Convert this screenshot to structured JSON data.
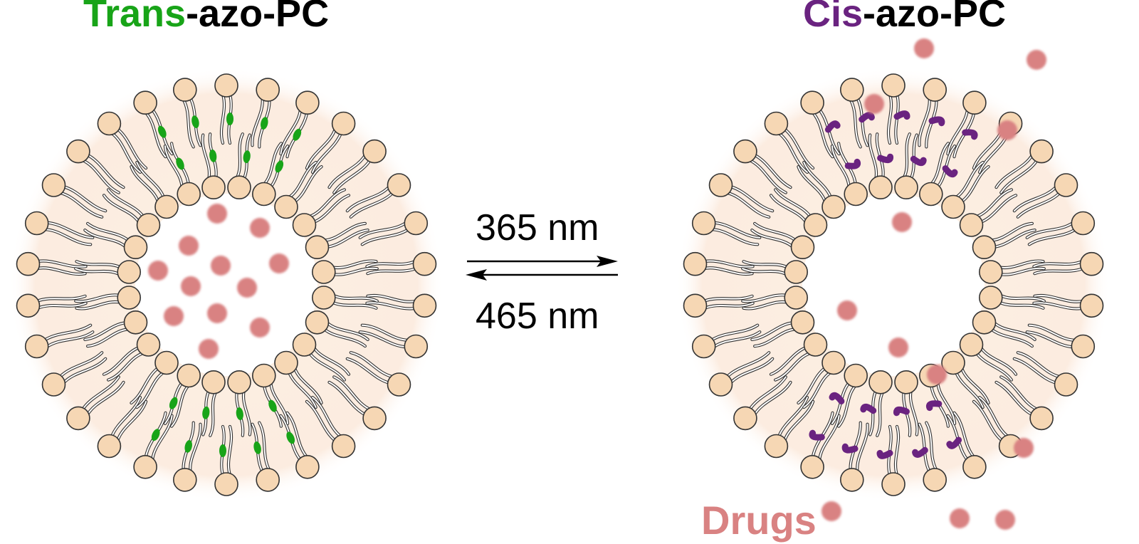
{
  "left_title": {
    "prefix": "Trans",
    "suffix": "-azo-PC"
  },
  "right_title": {
    "prefix": "Cis",
    "suffix": "-azo-PC"
  },
  "forward_wavelength": "365 nm",
  "reverse_wavelength": "465 nm",
  "drugs_label": "Drugs",
  "colors": {
    "trans": "#18a418",
    "cis": "#6a2380",
    "drug": "#d98282",
    "lipid_head": "#f6d7b4",
    "membrane": "#fcecdc",
    "text": "#000000"
  }
}
